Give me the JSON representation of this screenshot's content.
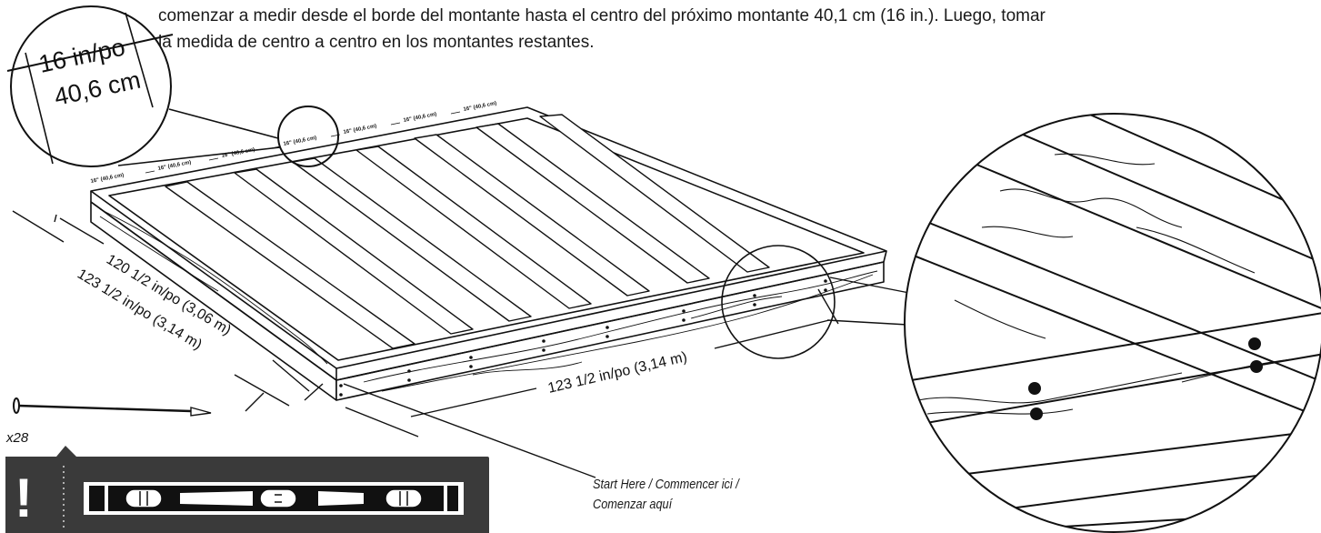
{
  "instructions": {
    "line1": "comenzar a medir desde el borde del montante hasta el centro del próximo montante 40,1 cm (16 in.). Luego, tomar",
    "line2": "la medida de centro a centro en los montantes restantes."
  },
  "detail_spacing": {
    "imperial": "16 in/po",
    "metric": "40,6 cm"
  },
  "spacing_label": "16\" (40,6 cm)",
  "dimensions": {
    "inner_length": "120 1/2 in/po (3,06 m)",
    "outer_length": "123 1/2 in/po (3,14 m)",
    "width": "123 1/2 in/po (3,14 m)"
  },
  "fastener": {
    "quantity": "x28",
    "icon": "nail-icon"
  },
  "start_caption": {
    "line1": "Start Here / Commencer ici /",
    "line2": "Comenzar aquí"
  },
  "notice": {
    "symbol": "!",
    "icon": "level-tool-icon",
    "background": "#3a3a3a"
  }
}
